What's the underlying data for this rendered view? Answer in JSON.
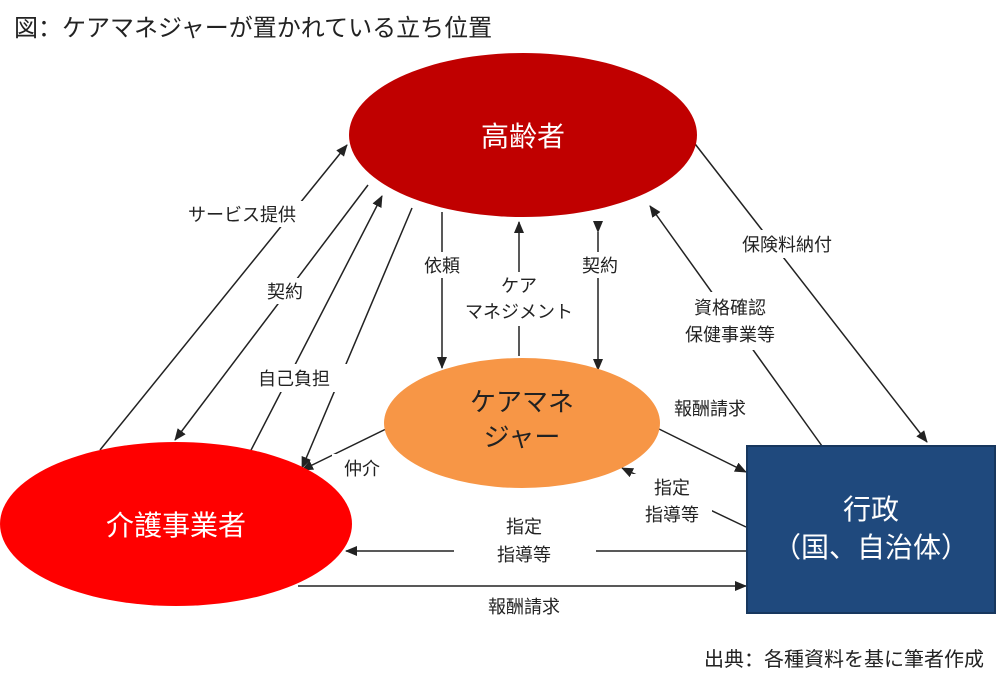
{
  "title": "図：ケアマネジャーが置かれている立ち位置",
  "source": "出典：各種資料を基に筆者作成",
  "nodes": {
    "elderly": "高齢者",
    "care_manager_line1": "ケアマネ",
    "care_manager_line2": "ジャー",
    "provider": "介護事業者",
    "government_line1": "行政",
    "government_line2": "（国、自治体）"
  },
  "edges": {
    "service": "サービス提供",
    "contract_left": "契約",
    "copay": "自己負担",
    "request": "依頼",
    "care_mgmt_line1": "ケア",
    "care_mgmt_line2": "マネジメント",
    "contract_right": "契約",
    "premium": "保険料納付",
    "qualification_line1": "資格確認",
    "qualification_line2": "保健事業等",
    "fee_claim_cm": "報酬請求",
    "mediation": "仲介",
    "designation_cm_line1": "指定",
    "designation_cm_line2": "指導等",
    "designation_prov_line1": "指定",
    "designation_prov_line2": "指導等",
    "fee_claim_prov": "報酬請求"
  },
  "colors": {
    "elderly": "#c00000",
    "care_manager": "#f79646",
    "provider": "#ff0000",
    "government": "#1f497d"
  }
}
